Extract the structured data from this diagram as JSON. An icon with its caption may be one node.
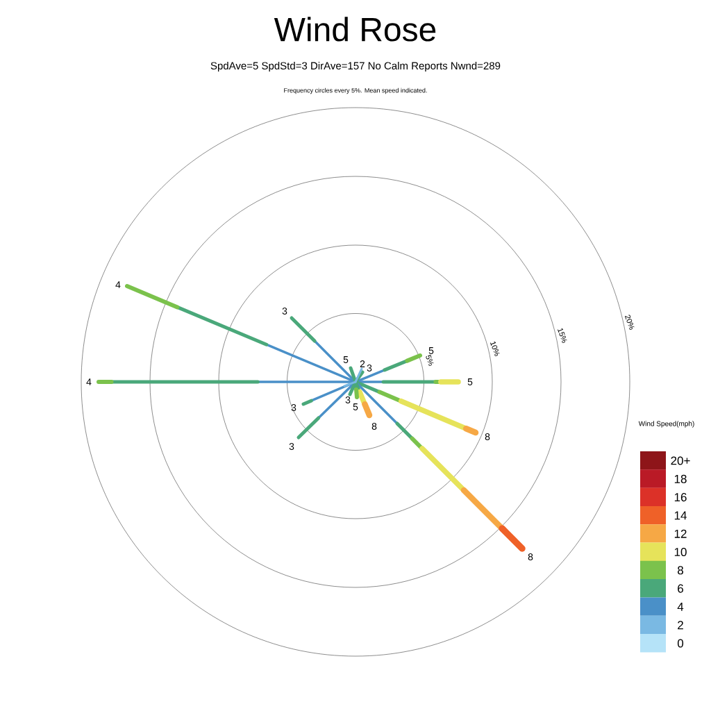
{
  "diagram": {
    "title": "Wind Rose",
    "labels": [
      "SpdAve=5  SpdStd=3  DirAve=157   No Calm Reports  Nwnd=289",
      "Frequency circles every 5%. Mean speed indicated.",
      "4",
      "3",
      "5",
      "2",
      "3",
      "5",
      "5%",
      "10%",
      "15%",
      "20%",
      "4",
      "5",
      "3",
      "5",
      "3",
      "Wind Speed(mph)",
      "8",
      "8",
      "3",
      "8"
    ],
    "legend": [
      {
        "text": "20+",
        "color": "#8e1519"
      },
      {
        "text": "18",
        "color": "#ba1a26"
      },
      {
        "text": "16",
        "color": "#dc3128"
      },
      {
        "text": "14",
        "color": "#ef6128"
      },
      {
        "text": "12",
        "color": "#f6a845"
      },
      {
        "text": "10",
        "color": "#e6e35a"
      },
      {
        "text": "8",
        "color": "#7bc24c"
      },
      {
        "text": "6",
        "color": "#4aa87a"
      },
      {
        "text": "4",
        "color": "#4a90c8"
      },
      {
        "text": "2",
        "color": "#7ab9e3"
      },
      {
        "text": "0",
        "color": "#b5e3f8"
      }
    ]
  }
}
